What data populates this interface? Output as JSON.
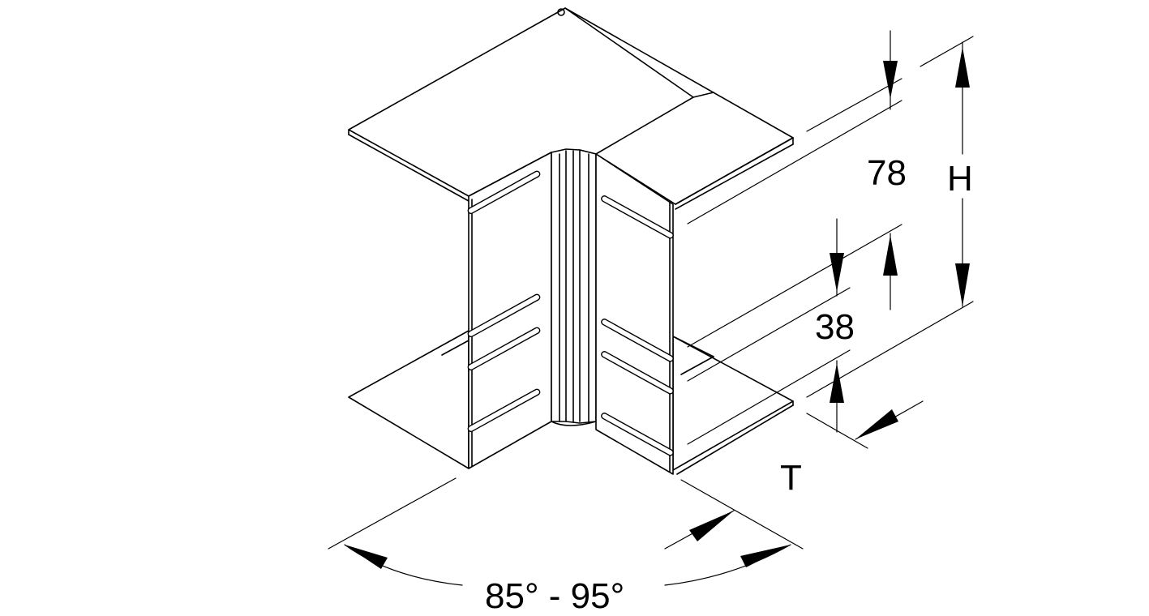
{
  "dimensions": {
    "top_height": "78",
    "total_height": "H",
    "lower_height": "38",
    "thickness": "T",
    "angle": "85° - 95°"
  }
}
